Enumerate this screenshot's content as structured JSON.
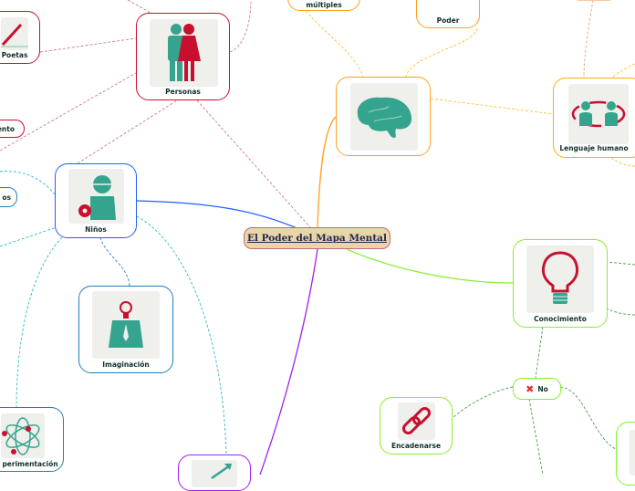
{
  "central_topic": "El Poder del Mapa Mental",
  "nodes": {
    "personas": "Personas",
    "poetas": "Poetas",
    "pensamiento_partial": "ento",
    "ninos": "Niños",
    "pill_left_partial": "os",
    "imaginacion": "Imaginación",
    "experimentacion": "perimentación",
    "multiples": "múltiples",
    "poder": "Poder",
    "lenguaje": "Lenguaje humano",
    "conocimiento": "Conocimiento",
    "no": "No",
    "encadenarse": "Encadenarse"
  },
  "colors": {
    "red_branch": "#c8102e",
    "blue_branch": "#2060ff",
    "cyan_links": "#30b8c8",
    "orange_branch": "#ffa020",
    "green_branch": "#88ee30",
    "purple_branch": "#a020f0",
    "icon_teal": "#35a48e",
    "icon_red": "#c8102e"
  }
}
